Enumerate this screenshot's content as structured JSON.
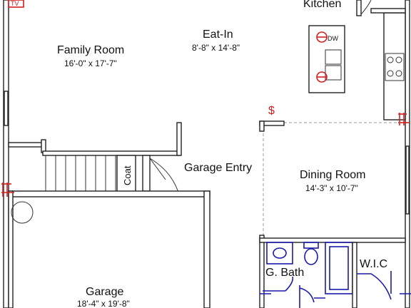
{
  "rooms": {
    "kitchen": {
      "name": "Kitchen"
    },
    "eat_in": {
      "name": "Eat-In",
      "size": "8'-8\" x 14'-8\""
    },
    "family_room": {
      "name": "Family Room",
      "size": "16'-0\" x 17'-7\""
    },
    "garage_entry": {
      "name": "Garage Entry"
    },
    "coat": {
      "name": "Coat"
    },
    "dining_room": {
      "name": "Dining Room",
      "size": "14'-3\" x 10'-7\""
    },
    "g_bath": {
      "name": "G. Bath"
    },
    "wic": {
      "name": "W.I.C"
    },
    "garage": {
      "name": "Garage",
      "size": "18'-4\" x 19'-8\""
    }
  },
  "fixtures": {
    "tv": "TV",
    "dishwasher": "DW",
    "switch_symbol": "$"
  },
  "colors": {
    "walls": "#222222",
    "electrical": "#d42020",
    "plumbing": "#1a1aa8"
  }
}
